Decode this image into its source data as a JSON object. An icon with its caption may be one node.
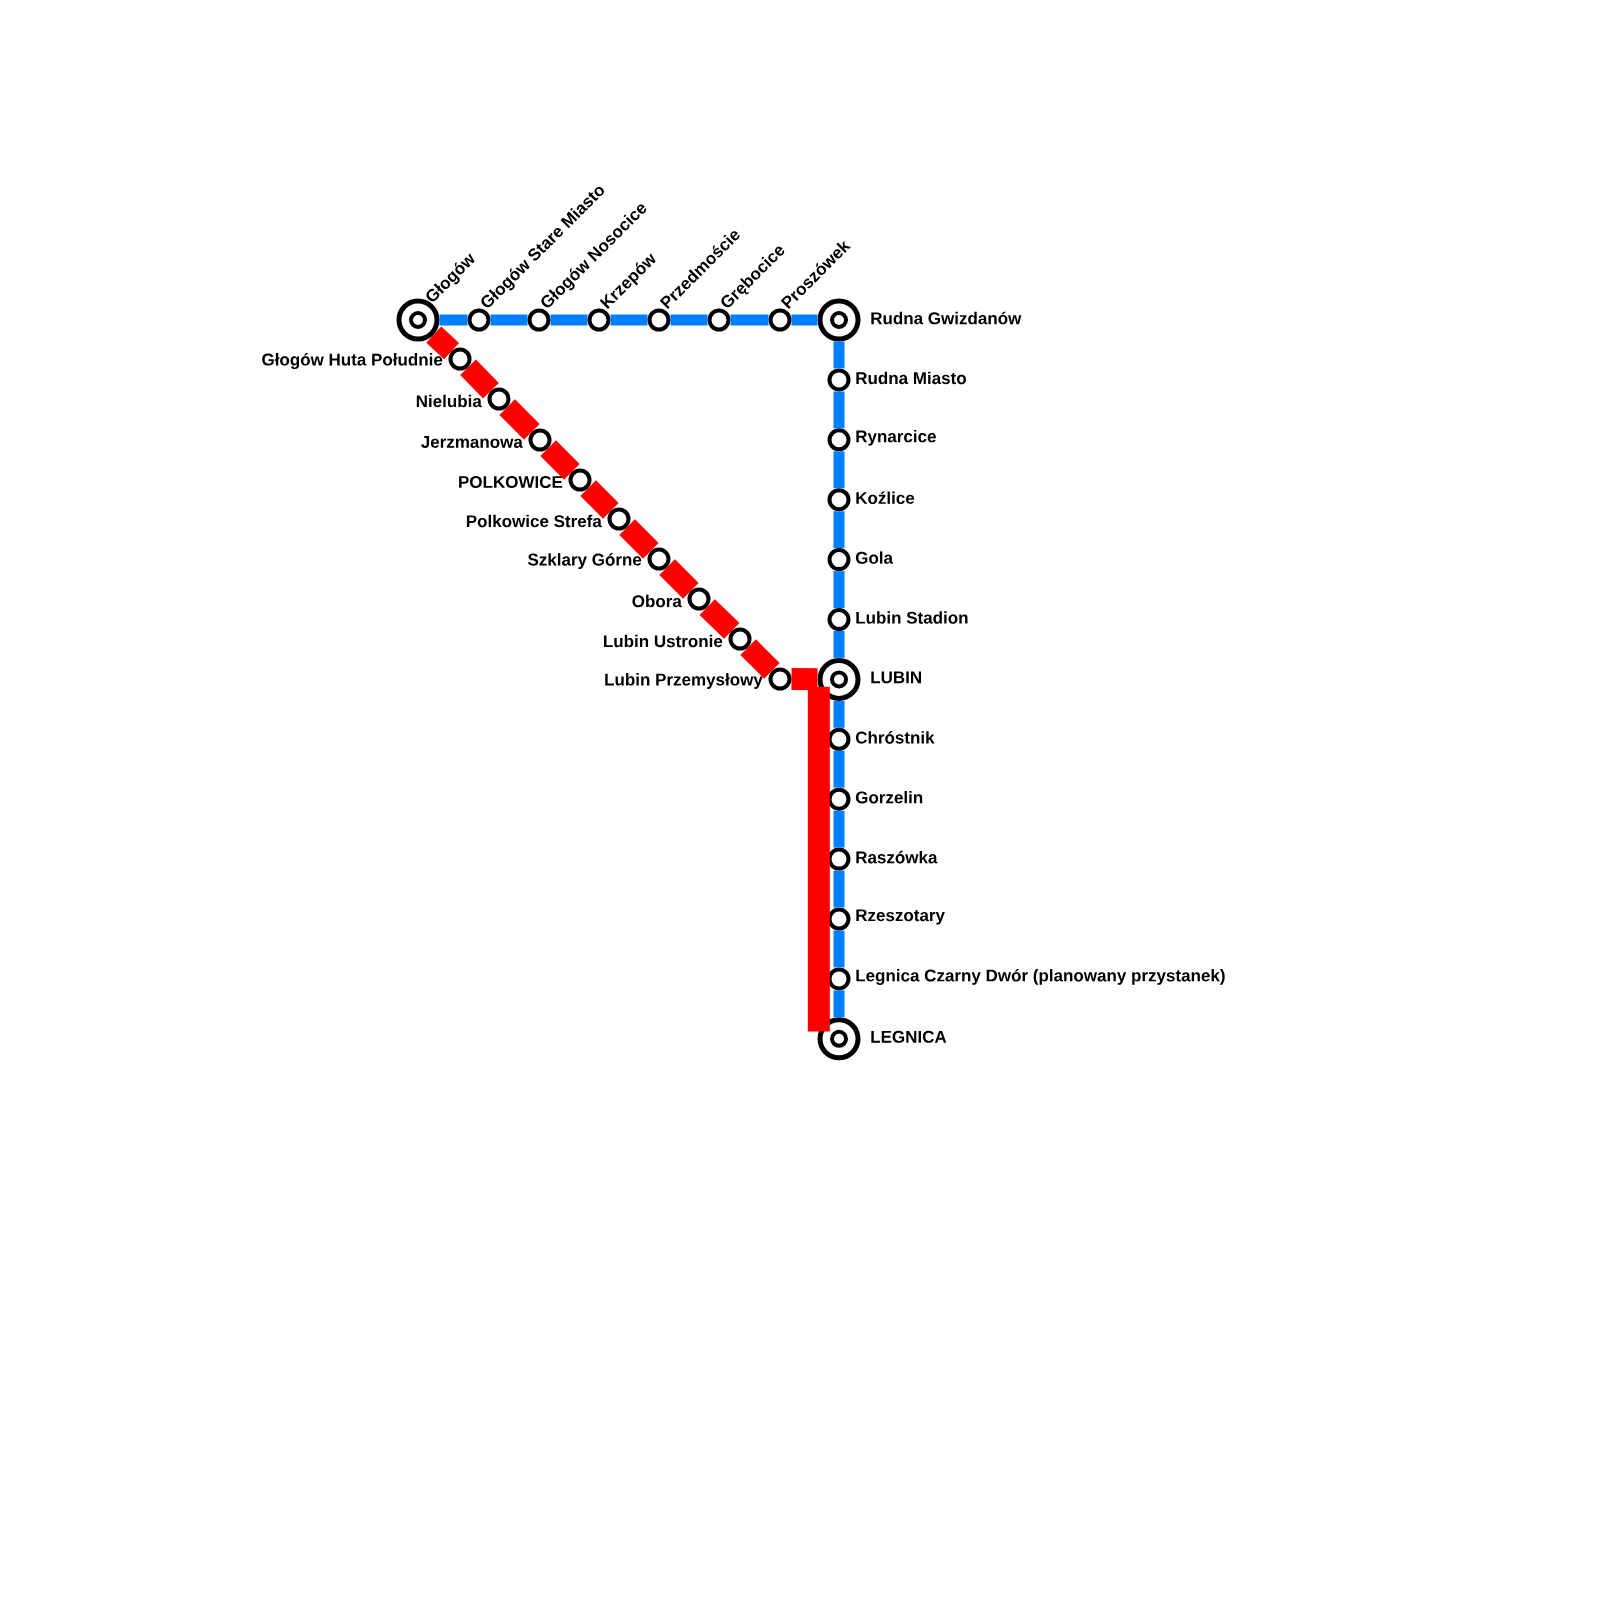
{
  "diagram": {
    "nodes": [
      {
        "text": [
          "Głogów"
        ]
      },
      {
        "text": [
          "Głogów Stare Miasto"
        ]
      },
      {
        "text": [
          "Głogów Nosocice"
        ]
      },
      {
        "text": [
          "Krzepów"
        ]
      },
      {
        "text": [
          "Przedmoście"
        ]
      },
      {
        "text": [
          "Grębocice"
        ]
      },
      {
        "text": [
          "Proszówek"
        ]
      },
      {
        "text": [
          "Rudna Gwizdanów"
        ]
      },
      {
        "text": [
          "Rudna Miasto"
        ]
      },
      {
        "text": [
          "Rynarcice"
        ]
      },
      {
        "text": [
          "Koźlice"
        ]
      },
      {
        "text": [
          "Gola"
        ]
      },
      {
        "text": [
          "Lubin Stadion"
        ]
      },
      {
        "text": [
          "LUBIN"
        ]
      },
      {
        "text": [
          "Chróstnik"
        ]
      },
      {
        "text": [
          "Gorzelin"
        ]
      },
      {
        "text": [
          "Raszówka"
        ]
      },
      {
        "text": [
          "Rzeszotary"
        ]
      },
      {
        "text": [
          "Legnica Czarny Dwór (planowany przystanek)"
        ]
      },
      {
        "text": [
          "LEGNICA"
        ]
      },
      {
        "text": [
          "Głogów Huta Południe"
        ]
      },
      {
        "text": [
          "Nielubia"
        ]
      },
      {
        "text": [
          "Jerzmanowa"
        ]
      },
      {
        "text": [
          "POLKOWICE"
        ]
      },
      {
        "text": [
          "Polkowice Strefa"
        ]
      },
      {
        "text": [
          "Szklary Górne"
        ]
      },
      {
        "text": [
          "Obora"
        ]
      },
      {
        "text": [
          "Lubin Ustronie"
        ]
      },
      {
        "text": [
          "Lubin Przemysłowy"
        ]
      }
    ],
    "edges": [
      {
        "from": 0,
        "to": 1,
        "arrow": "none",
        "color": "#0080ff"
      },
      {
        "from": 1,
        "to": 2,
        "arrow": "none",
        "color": "#0080ff"
      },
      {
        "from": 2,
        "to": 3,
        "arrow": "none",
        "color": "#0080ff"
      },
      {
        "from": 3,
        "to": 4,
        "arrow": "none",
        "color": "#0080ff"
      },
      {
        "from": 4,
        "to": 5,
        "arrow": "none",
        "color": "#0080ff"
      },
      {
        "from": 5,
        "to": 6,
        "arrow": "none",
        "color": "#0080ff"
      },
      {
        "from": 6,
        "to": 7,
        "arrow": "none",
        "color": "#0080ff"
      },
      {
        "from": 7,
        "to": 8,
        "arrow": "none",
        "color": "#0080ff"
      },
      {
        "from": 8,
        "to": 9,
        "arrow": "none",
        "color": "#0080ff"
      },
      {
        "from": 9,
        "to": 10,
        "arrow": "none",
        "color": "#0080ff"
      },
      {
        "from": 10,
        "to": 11,
        "arrow": "none",
        "color": "#0080ff"
      },
      {
        "from": 11,
        "to": 12,
        "arrow": "none",
        "color": "#0080ff"
      },
      {
        "from": 12,
        "to": 13,
        "arrow": "none",
        "color": "#0080ff"
      },
      {
        "from": 13,
        "to": 14,
        "arrow": "none",
        "color": "#0080ff"
      },
      {
        "from": 14,
        "to": 15,
        "arrow": "none",
        "color": "#0080ff"
      },
      {
        "from": 15,
        "to": 16,
        "arrow": "none",
        "color": "#0080ff"
      },
      {
        "from": 16,
        "to": 17,
        "arrow": "none",
        "color": "#0080ff"
      },
      {
        "from": 17,
        "to": 18,
        "arrow": "none",
        "color": "#0080ff"
      },
      {
        "from": 18,
        "to": 19,
        "arrow": "none",
        "color": "#0080ff"
      },
      {
        "from": 0,
        "to": 20,
        "arrow": "none",
        "style": "thick",
        "color": "#ff0000"
      },
      {
        "from": 20,
        "to": 21,
        "arrow": "none",
        "style": "thick",
        "color": "#ff0000"
      },
      {
        "from": 21,
        "to": 22,
        "arrow": "none",
        "style": "thick",
        "color": "#ff0000"
      },
      {
        "from": 22,
        "to": 23,
        "arrow": "none",
        "style": "thick",
        "color": "#ff0000"
      },
      {
        "from": 23,
        "to": 24,
        "arrow": "none",
        "style": "thick",
        "color": "#ff0000"
      },
      {
        "from": 24,
        "to": 25,
        "arrow": "none",
        "style": "thick",
        "color": "#ff0000"
      },
      {
        "from": 25,
        "to": 26,
        "arrow": "none",
        "style": "thick",
        "color": "#ff0000"
      },
      {
        "from": 26,
        "to": 27,
        "arrow": "none",
        "style": "thick",
        "color": "#ff0000"
      },
      {
        "from": 27,
        "to": 28,
        "arrow": "none",
        "style": "thick",
        "color": "#ff0000"
      },
      {
        "from": 28,
        "to": 13,
        "arrow": "none",
        "style": "thick",
        "color": "#ff0000"
      },
      {
        "from": 13,
        "to": 19,
        "arrow": "none",
        "style": "thick",
        "color": "#ff0000"
      }
    ]
  }
}
